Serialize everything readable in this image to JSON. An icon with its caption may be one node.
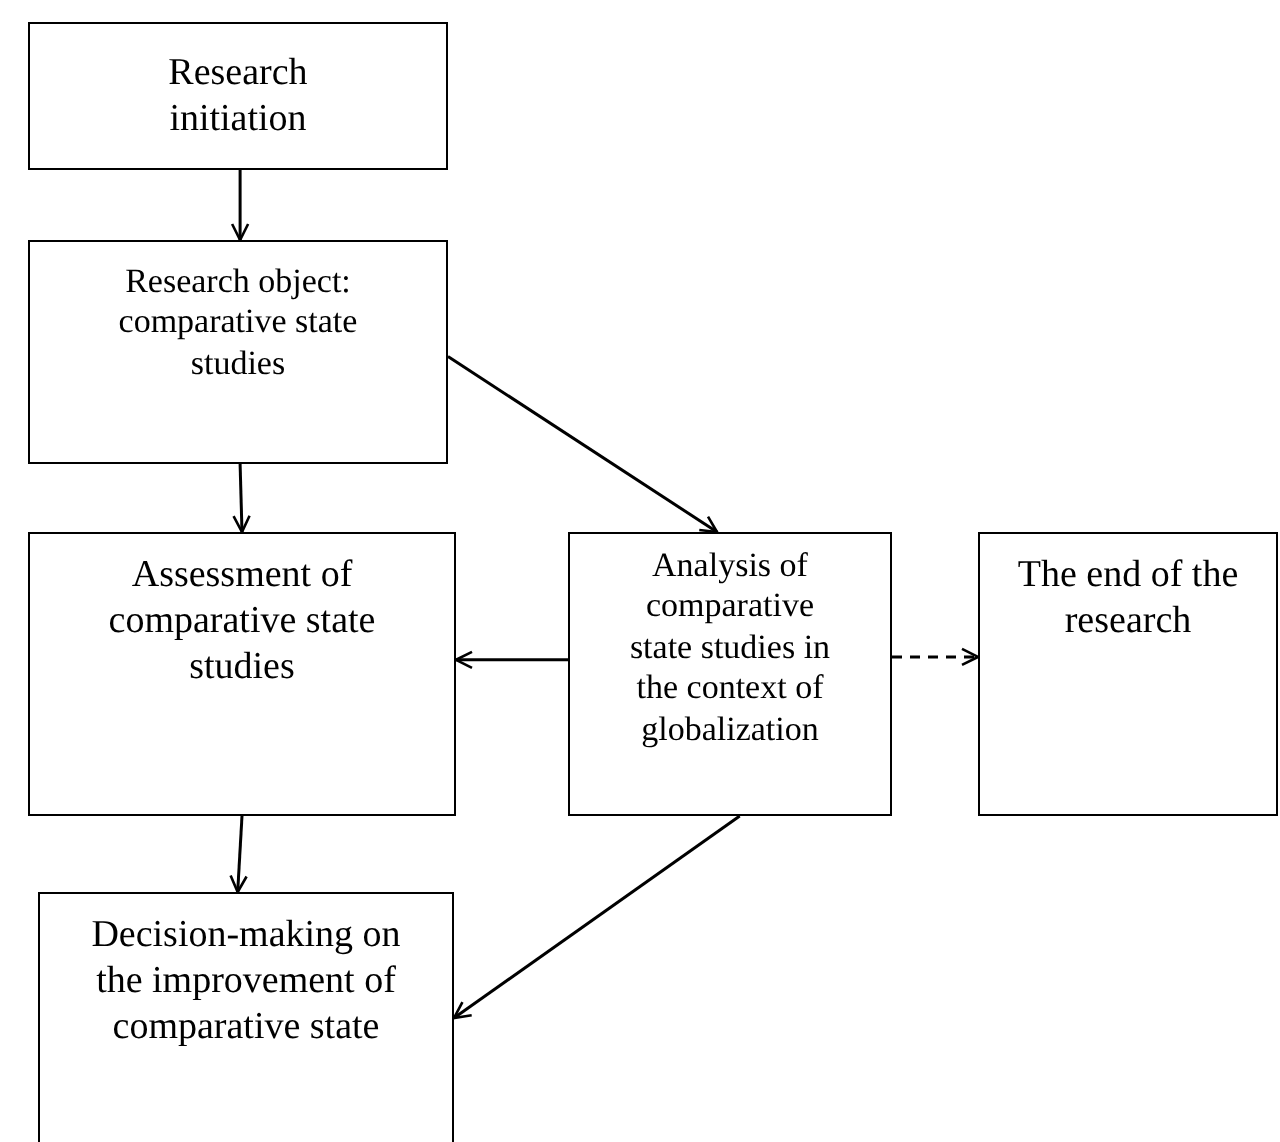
{
  "diagram": {
    "nodes": [
      {
        "text": [
          "Research initiation"
        ]
      },
      {
        "text": [
          "Research object: comparative state studies"
        ]
      },
      {
        "text": [
          "Assessment of comparative state studies"
        ]
      },
      {
        "text": [
          "Analysis of comparative state studies in the context of globalization"
        ]
      },
      {
        "text": [
          "The end of the research"
        ]
      },
      {
        "text": [
          "Decision-making on the improvement of comparative state"
        ]
      }
    ],
    "edges": [
      {
        "from": 0,
        "to": 1,
        "arrow": "to"
      },
      {
        "from": 1,
        "to": 2,
        "arrow": "to"
      },
      {
        "from": 1,
        "to": 3,
        "arrow": "to"
      },
      {
        "from": 3,
        "to": 2,
        "arrow": "to"
      },
      {
        "from": 3,
        "to": 4,
        "arrow": "to",
        "style": "dashed"
      },
      {
        "from": 2,
        "to": 5,
        "arrow": "to"
      },
      {
        "from": 3,
        "to": 5,
        "arrow": "to"
      }
    ]
  }
}
